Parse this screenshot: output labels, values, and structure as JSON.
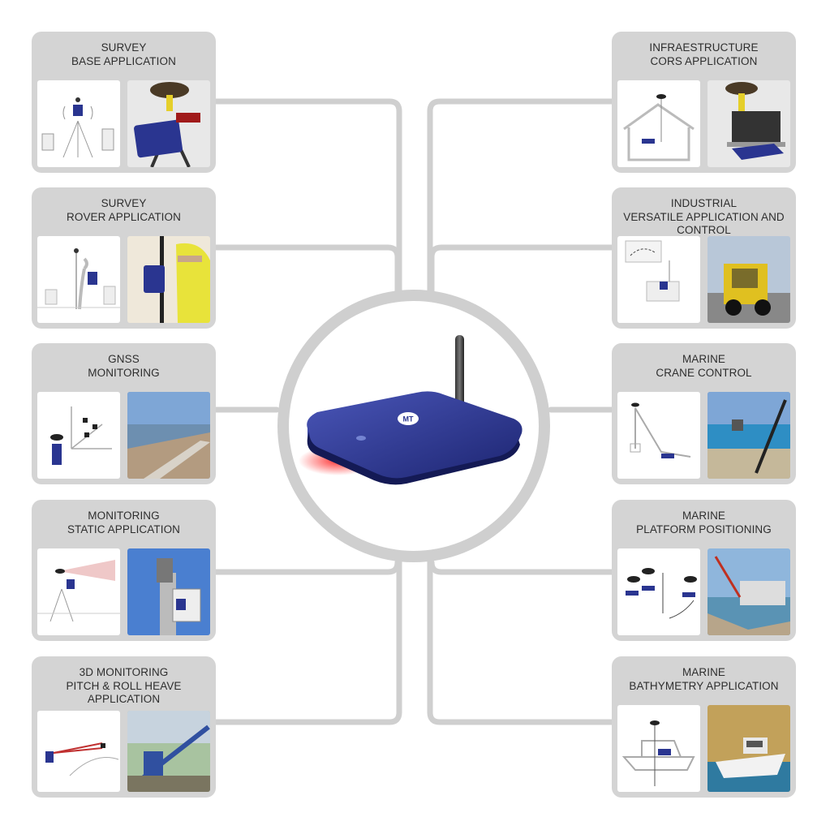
{
  "colors": {
    "card_bg": "#d4d4d4",
    "connector": "#cfcfcf",
    "title_text": "#2e2e2e",
    "device_blue": "#2a3590",
    "led_red": "#e0202a"
  },
  "center_device": {
    "name": "GNSS receiver with antenna",
    "logo_text": "MT"
  },
  "applications_left": [
    {
      "title_lines": [
        "SURVEY",
        "BASE APPLICATION"
      ],
      "diagram": "tripod-base-station",
      "photo": "antenna-on-tripod"
    },
    {
      "title_lines": [
        "SURVEY",
        "ROVER APPLICATION"
      ],
      "diagram": "rover-operator",
      "photo": "rover-pole-operator"
    },
    {
      "title_lines": [
        "GNSS",
        "MONITORING"
      ],
      "diagram": "monitoring-axes",
      "photo": "dam-landscape"
    },
    {
      "title_lines": [
        "MONITORING",
        "STATIC APPLICATION"
      ],
      "diagram": "static-monitoring-beams",
      "photo": "mast-enclosure"
    },
    {
      "title_lines": [
        "3D MONITORING",
        "PITCH & ROLL HEAVE",
        "APPLICATION"
      ],
      "diagram": "pitch-roll-heave",
      "photo": "crane-structure"
    }
  ],
  "applications_right": [
    {
      "title_lines": [
        "INFRAESTRUCTURE",
        "CORS APPLICATION"
      ],
      "diagram": "house-cors",
      "photo": "laptop-antenna"
    },
    {
      "title_lines": [
        "INDUSTRIAL",
        "VERSATILE APPLICATION AND",
        "CONTROL"
      ],
      "diagram": "industrial-path",
      "photo": "forklift"
    },
    {
      "title_lines": [
        "MARINE",
        "CRANE CONTROL"
      ],
      "diagram": "crane-control",
      "photo": "crane-sea"
    },
    {
      "title_lines": [
        "MARINE",
        "PLATFORM POSITIONING"
      ],
      "diagram": "platform-positioning",
      "photo": "harbor-platform"
    },
    {
      "title_lines": [
        "MARINE",
        "BATHYMETRY APPLICATION"
      ],
      "diagram": "boat-sounder",
      "photo": "boat-photo"
    }
  ]
}
